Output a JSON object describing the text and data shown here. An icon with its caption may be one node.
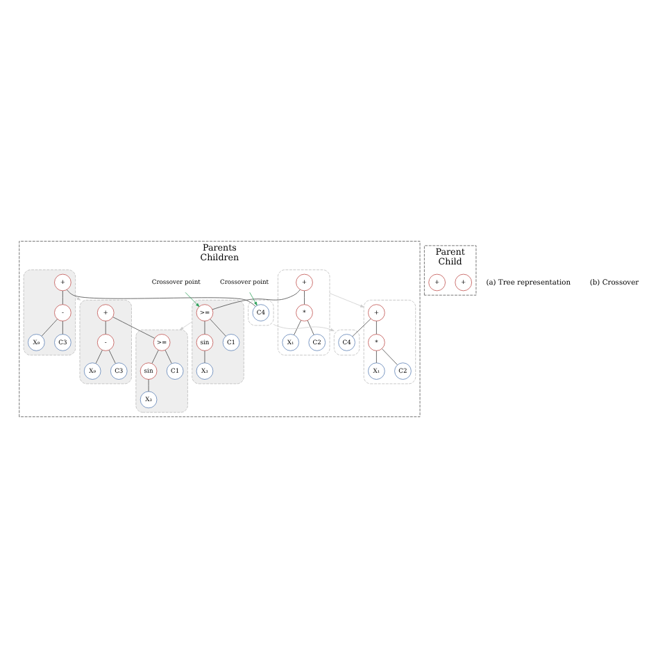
{
  "diagram": {
    "nodes": [
      {
        "text": [
          "Parents",
          "Children"
        ]
      },
      {
        "text": [],
        "shape": "ellipse",
        "in": 0
      },
      {
        "text": [
          "+"
        ],
        "in": 1
      },
      {
        "text": [],
        "shape": "ellipse",
        "in": 0
      },
      {
        "text": [
          ">="
        ],
        "in": 3
      },
      {
        "text": [
          "*"
        ],
        "in": 1
      },
      {
        "text": [
          "sin"
        ],
        "in": 3
      },
      {
        "text": [
          "C1"
        ],
        "in": 3
      },
      {
        "text": [
          "X₁"
        ],
        "in": 1
      },
      {
        "text": [
          "C2"
        ],
        "in": 1
      },
      {
        "text": [
          "X₃"
        ],
        "in": 3
      },
      {
        "text": [],
        "shape": "ellipse",
        "in": 0
      },
      {
        "text": [
          "+"
        ],
        "in": 11
      },
      {
        "text": [
          "-"
        ],
        "in": 11
      },
      {
        "text": [],
        "shape": "ellipse",
        "in": 0
      },
      {
        "text": [
          "C4"
        ],
        "in": 14
      },
      {
        "text": [
          "X₉"
        ],
        "in": 11
      },
      {
        "text": [
          "C3"
        ],
        "in": 11
      },
      {
        "text": [],
        "shape": "ellipse",
        "in": 0
      },
      {
        "text": [
          "+"
        ],
        "in": 18
      },
      {
        "text": [],
        "shape": "ellipse",
        "in": 0
      },
      {
        "text": [
          "C4"
        ],
        "in": 20
      },
      {
        "text": [
          "*"
        ],
        "in": 18
      },
      {
        "text": [
          "X₁"
        ],
        "in": 18
      },
      {
        "text": [
          "C2"
        ],
        "in": 18
      },
      {
        "text": [],
        "shape": "ellipse",
        "in": 0
      },
      {
        "text": [
          "+"
        ],
        "in": 25
      },
      {
        "text": [
          "-"
        ],
        "in": 25
      },
      {
        "text": [],
        "shape": "ellipse",
        "in": 0
      },
      {
        "text": [
          ">="
        ],
        "in": 28
      },
      {
        "text": [
          "X₉"
        ],
        "in": 25
      },
      {
        "text": [
          "C3"
        ],
        "in": 25
      },
      {
        "text": [
          "sin"
        ],
        "in": 28
      },
      {
        "text": [
          "C1"
        ],
        "in": 28
      },
      {
        "text": [
          "X₃"
        ],
        "in": 28
      },
      {
        "text": [
          "Crossover point"
        ],
        "in": 0
      },
      {
        "text": [
          "Crossover point"
        ],
        "in": 0
      },
      {
        "text": [
          "Parent",
          "Child"
        ]
      },
      {
        "text": [
          "+"
        ],
        "in": 37
      },
      {
        "text": [
          "+"
        ],
        "in": 37
      }
    ],
    "edges": [
      {
        "from": 2,
        "to": 4,
        "arrow": "none"
      },
      {
        "from": 2,
        "to": 5,
        "arrow": "none"
      },
      {
        "from": 4,
        "to": 6,
        "arrow": "none"
      },
      {
        "from": 4,
        "to": 7,
        "arrow": "none"
      },
      {
        "from": 6,
        "to": 10,
        "arrow": "none"
      },
      {
        "from": 5,
        "to": 8,
        "arrow": "none"
      },
      {
        "from": 5,
        "to": 9,
        "arrow": "none"
      },
      {
        "from": 12,
        "to": 13,
        "arrow": "none"
      },
      {
        "from": 12,
        "to": 15,
        "arrow": "none"
      },
      {
        "from": 13,
        "to": 16,
        "arrow": "none"
      },
      {
        "from": 13,
        "to": 17,
        "arrow": "none"
      },
      {
        "from": 19,
        "to": 21,
        "arrow": "none"
      },
      {
        "from": 19,
        "to": 22,
        "arrow": "none"
      },
      {
        "from": 22,
        "to": 23,
        "arrow": "none"
      },
      {
        "from": 22,
        "to": 24,
        "arrow": "none"
      },
      {
        "from": 26,
        "to": 27,
        "arrow": "none"
      },
      {
        "from": 26,
        "to": 29,
        "arrow": "none"
      },
      {
        "from": 27,
        "to": 30,
        "arrow": "none"
      },
      {
        "from": 27,
        "to": 31,
        "arrow": "none"
      },
      {
        "from": 29,
        "to": 32,
        "arrow": "none"
      },
      {
        "from": 29,
        "to": 33,
        "arrow": "none"
      },
      {
        "from": 32,
        "to": 34,
        "arrow": "none"
      },
      {
        "from": 35,
        "to": 4,
        "arrow": "to",
        "color": "#2ca05a"
      },
      {
        "from": 36,
        "to": 15,
        "arrow": "to",
        "color": "#2ca05a"
      },
      {
        "from": 1,
        "to": 18,
        "arrow": "to",
        "color": "#cccccc"
      },
      {
        "from": 14,
        "to": 20,
        "arrow": "to",
        "color": "#cccccc"
      },
      {
        "from": 3,
        "to": 28,
        "arrow": "to",
        "color": "#cccccc"
      },
      {
        "from": 11,
        "to": 25,
        "arrow": "to",
        "color": "#cccccc"
      }
    ],
    "labels": [
      "(a) Tree representation",
      "(b) Crossover"
    ]
  }
}
